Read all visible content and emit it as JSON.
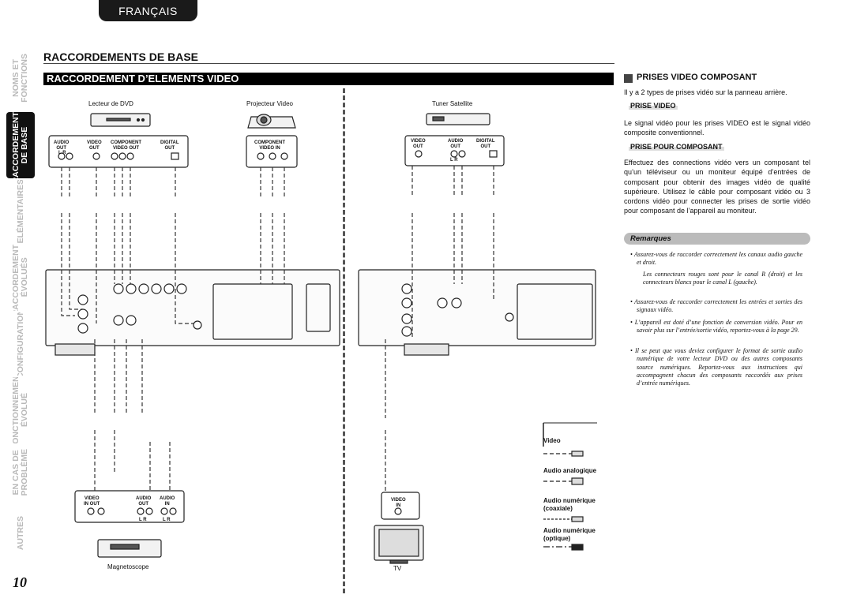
{
  "language_tab": "FRANÇAIS",
  "side_nav": [
    {
      "label": "NOMS ET\nFONCTIONS",
      "active": false
    },
    {
      "label": "RACCORDEMENTS\nDE BASE",
      "active": true
    },
    {
      "label": "ELÉMENTAIRES",
      "active": false
    },
    {
      "label": "RACCORDEMENTS\nÉVOLUÉS",
      "active": false
    },
    {
      "label": "CONFIGURATION",
      "active": false
    },
    {
      "label": "FONCTIONNEMENT\nÉVOLUÉ",
      "active": false
    },
    {
      "label": "EN CAS DE\nPROBLÈME",
      "active": false
    },
    {
      "label": "AUTRES",
      "active": false
    }
  ],
  "section_title": "RACCORDEMENTS DE BASE",
  "page_title": "RACCORDEMENT D’ELEMENTS VIDEO",
  "diagram": {
    "dvd_label": "Lecteur de DVD",
    "projector_label": "Projecteur Video",
    "tuner_label": "Tuner Satellite",
    "vcr_label": "Magnetoscope",
    "tv_label": "TV",
    "dvd_ports": [
      {
        "text": "AUDIO\nOUT",
        "sub": "L  R"
      },
      {
        "text": "VIDEO\nOUT",
        "sub": ""
      },
      {
        "text": "COMPONENT\nVIDEO OUT",
        "sub": ""
      },
      {
        "text": "DIGITAL\nOUT",
        "sub": ""
      }
    ],
    "projector_port": "COMPONENT\nVIDEO IN",
    "tuner_ports": [
      {
        "text": "VIDEO\nOUT",
        "sub": ""
      },
      {
        "text": "AUDIO\nOUT",
        "sub": "L  R"
      },
      {
        "text": "DIGITAL\nOUT",
        "sub": ""
      }
    ],
    "vcr_ports": [
      {
        "text": "VIDEO\nIN  OUT",
        "sub": ""
      },
      {
        "text": "AUDIO\nOUT",
        "sub": "L  R"
      },
      {
        "text": "AUDIO\nIN",
        "sub": "L  R"
      }
    ],
    "tv_port": "VIDEO\nIN",
    "legend": {
      "video": "Video",
      "audio_analog": "Audio analogique",
      "audio_coax": "Audio numérique\n(coaxiale)",
      "audio_optical": "Audio numérique\n(optique)"
    }
  },
  "right": {
    "heading": "PRISES VIDEO COMPOSANT",
    "intro": "Il y a 2 types de prises vidéo sur la panneau arrière.",
    "prise_video_title": "PRISE VIDEO",
    "prise_video_text": "Le signal vidéo pour les prises VIDEO est le signal vidéo composite conventionnel.",
    "prise_composant_title": "PRISE POUR COMPOSANT",
    "prise_composant_text": "Effectuez des connections vidéo vers un composant tel qu’un téléviseur ou un moniteur équipé d’entrées de composant pour obtenir des images vidéo de qualité supérieure. Utilisez le câble pour composant vidéo ou 3 cordons vidéo pour connecter les prises de sortie vidéo pour composant de l’appareil au moniteur.",
    "remarks_title": "Remarques",
    "notes": [
      "• Assurez-vous de raccorder correctement les canaux audio gauche et droit.",
      "Les connecteurs rouges sont pour le canal R (droit) et les connecteurs blancs pour le canal L (gauche).",
      "• Assurez-vous de raccorder correctement les entrées et sorties des signaux vidéo.",
      "• L’appareil est doté d’une fonction de conversion vidéo. Pour en savoir plus sur l’entrée/sortie vidéo, reportez-vous à la page 29.",
      "• Il se peut que vous deviez configurer le format de sortie audio numérique de votre lecteur DVD ou des autres composants source numériques. Reportez-vous aux instructions qui accompagnent chacun des composants raccordés aux prises d’entrée numériques."
    ]
  },
  "page_number": "10"
}
